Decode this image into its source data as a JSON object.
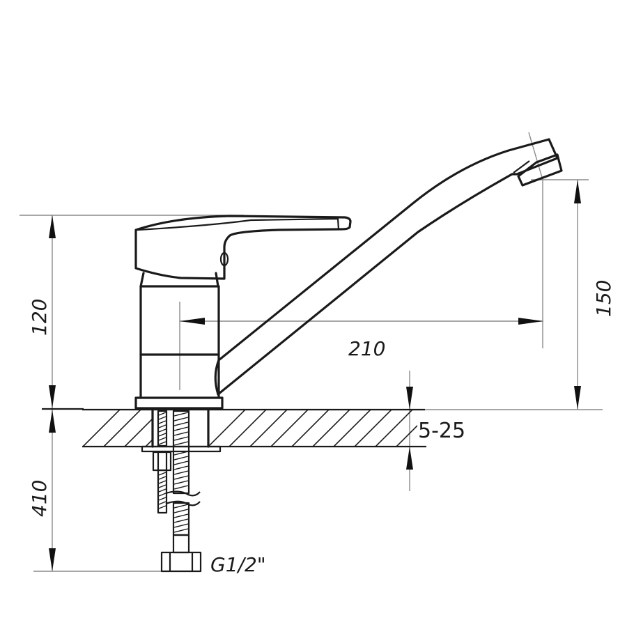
{
  "drawing": {
    "subject": "single-lever faucet technical dimension drawing",
    "line_color": "#1a1a1a",
    "dimension_line_color": "#8a8a8a",
    "background": "#ffffff"
  },
  "dimensions": {
    "body_height": "120",
    "hose_length": "410",
    "spout_reach": "210",
    "spout_height": "150",
    "countertop_thickness": "5-25",
    "connection_thread": "G1/2\""
  },
  "parts": [
    {
      "name": "lever-handle"
    },
    {
      "name": "mixer-body"
    },
    {
      "name": "spout"
    },
    {
      "name": "aerator"
    },
    {
      "name": "base-plate"
    },
    {
      "name": "countertop-section"
    },
    {
      "name": "mounting-stud"
    },
    {
      "name": "mounting-nut"
    },
    {
      "name": "supply-hose"
    },
    {
      "name": "hose-connector-nut"
    }
  ]
}
